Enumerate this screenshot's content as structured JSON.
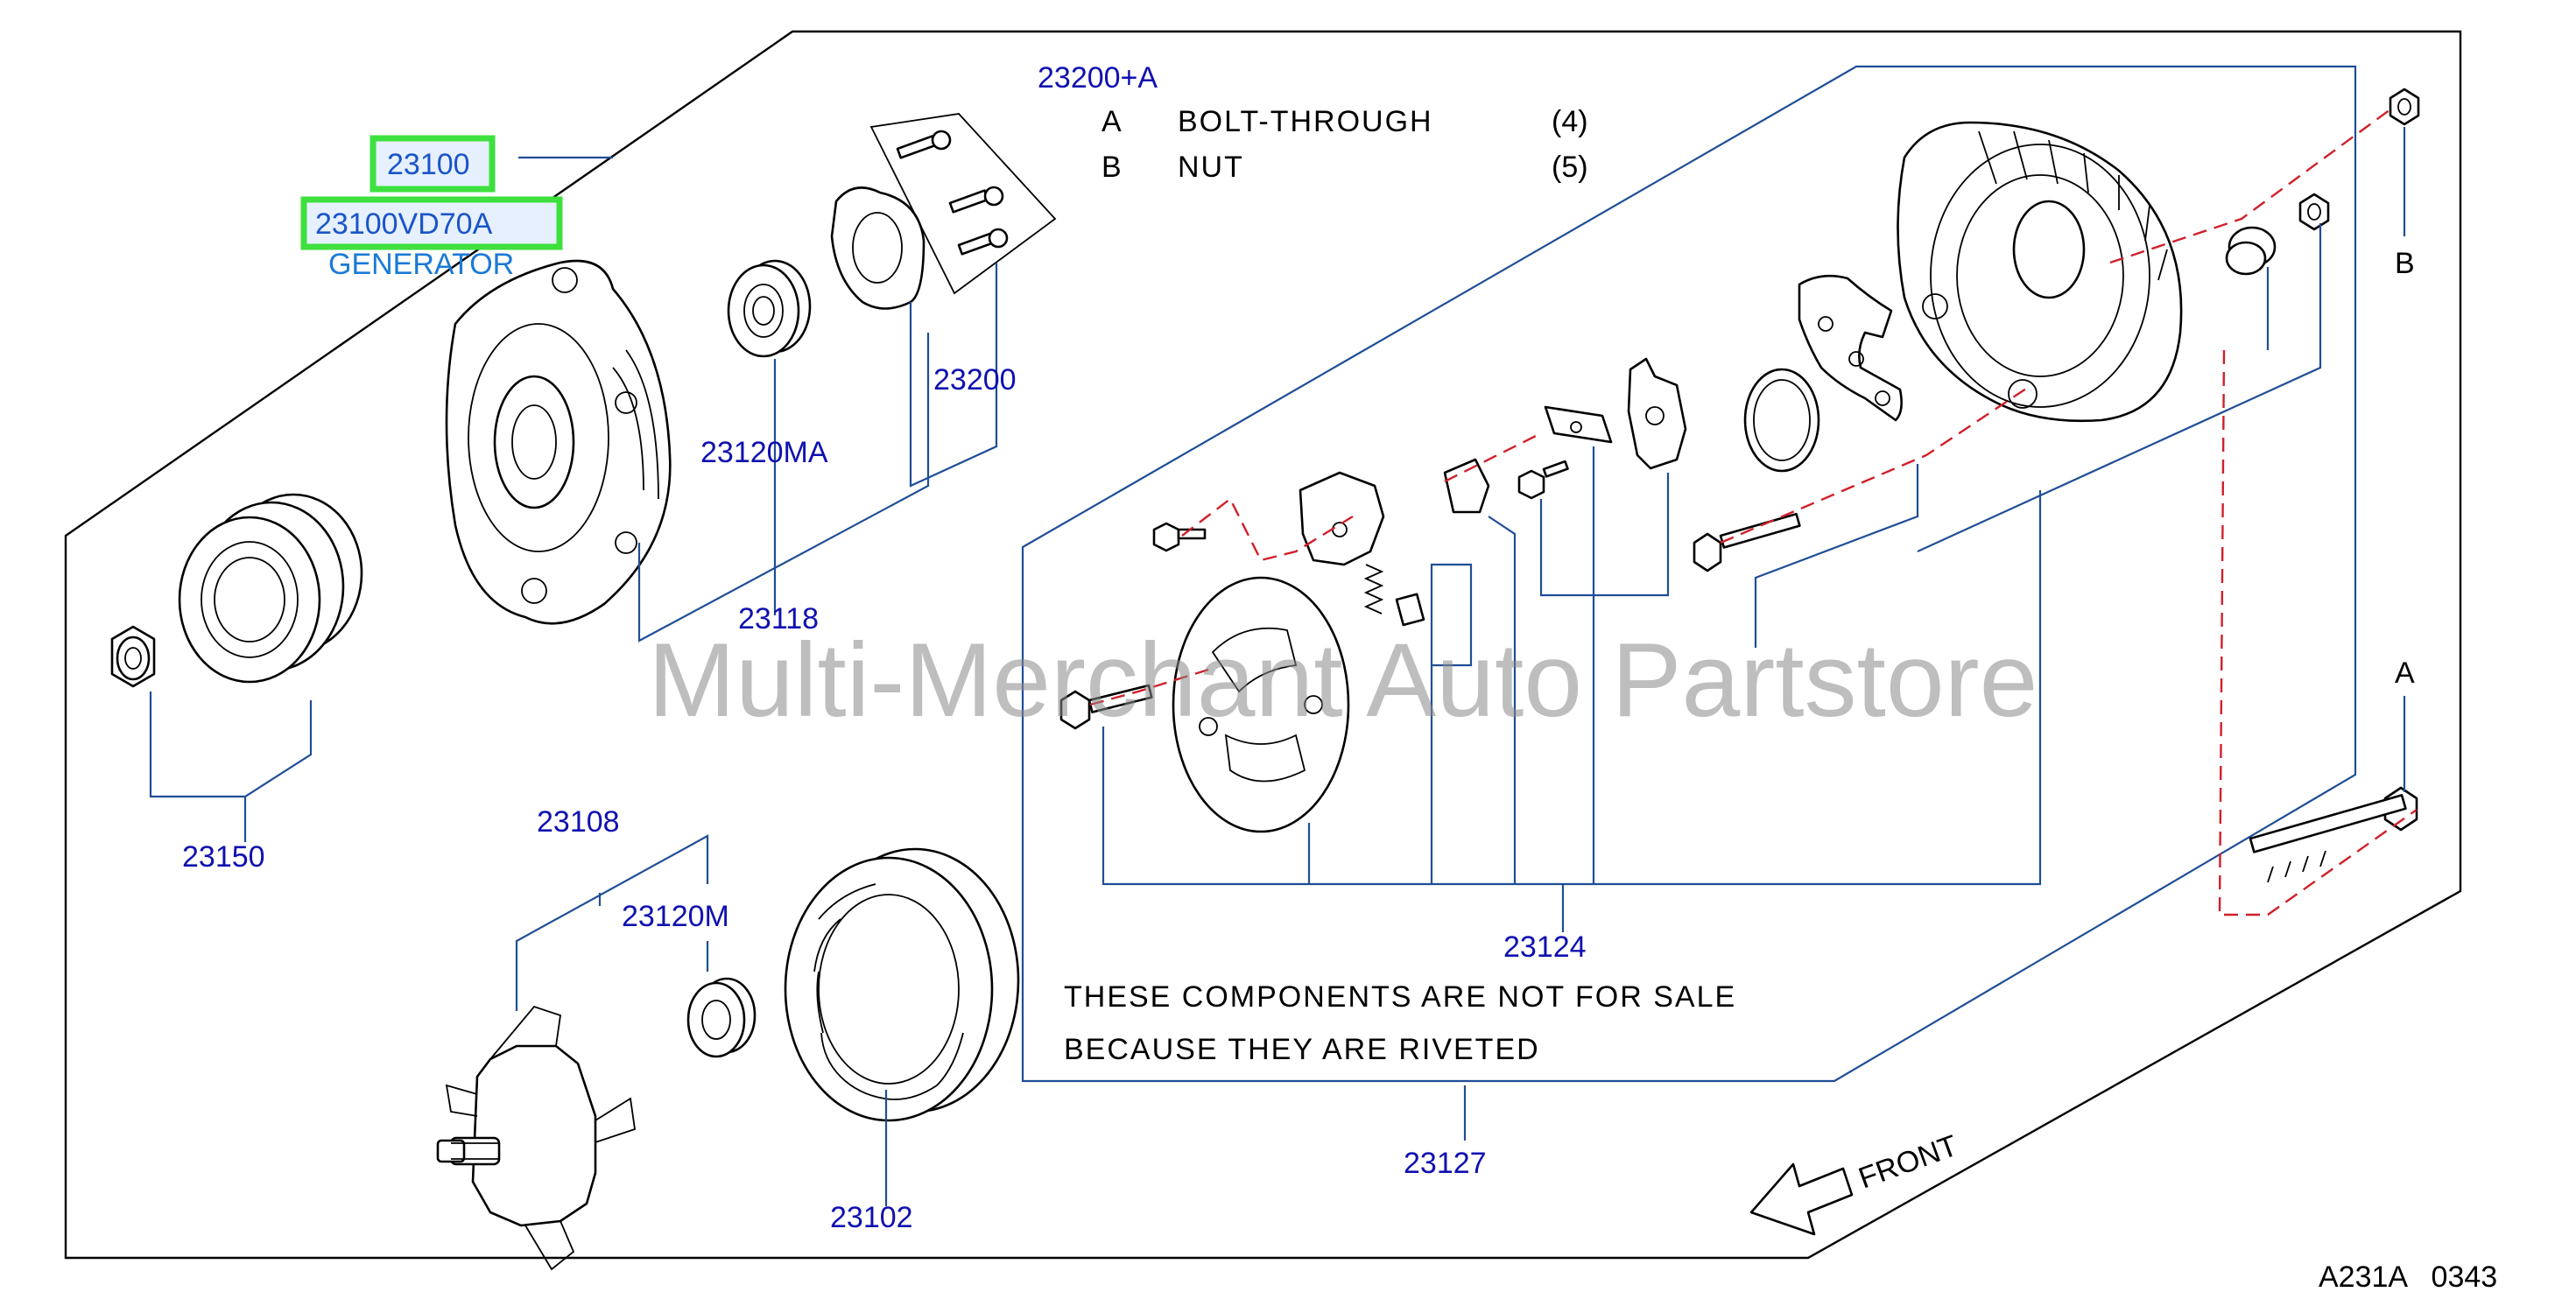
{
  "callouts": {
    "p23100": "23100",
    "p23100vd70a": "23100VD70A",
    "generator": "GENERATOR",
    "p23200a": "23200+A",
    "p23200": "23200",
    "p23120ma": "23120MA",
    "p23118": "23118",
    "p23150": "23150",
    "p23108": "23108",
    "p23120m": "23120M",
    "p23102": "23102",
    "p23124": "23124",
    "p23127": "23127"
  },
  "kit_contents": [
    {
      "letter": "A",
      "name": "BOLT-THROUGH",
      "qty": "(4)"
    },
    {
      "letter": "B",
      "name": "NUT",
      "qty": "(5)"
    }
  ],
  "markers": {
    "a": "A",
    "b": "B"
  },
  "note": {
    "line1": "THESE COMPONENTS ARE NOT FOR SALE",
    "line2": "BECAUSE THEY ARE RIVETED"
  },
  "front_label": "FRONT",
  "watermark": "Multi-Merchant Auto Partstore",
  "diagram_code": "A231A   0343",
  "colors": {
    "callout_text": "#1010b0",
    "leader_lines": "#1f4e96",
    "highlight_border": "#3ee03e",
    "dashed_guide": "#d0202a",
    "generator_text": "#1a7ad6"
  }
}
